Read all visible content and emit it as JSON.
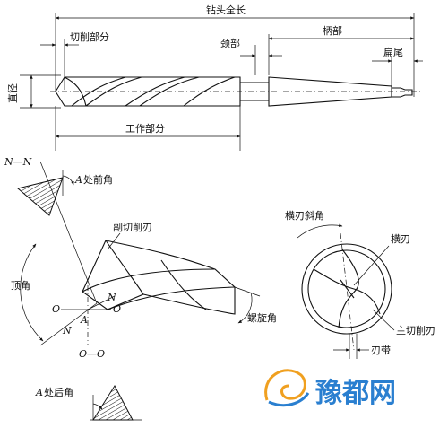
{
  "labels": {
    "overall_length": "钻头全长",
    "shank": "柄部",
    "cutting_part": "切削部分",
    "neck": "颈部",
    "tang": "扁尾",
    "diameter": "直径",
    "working_part": "工作部分",
    "section_nn": "N—N",
    "rake_angle_a": "处前角",
    "secondary_cutting_edge": "副切削刃",
    "point_angle": "顶角",
    "helix_angle": "螺旋角",
    "section_oo": "O—O",
    "clearance_angle_a": "处后角",
    "chisel_edge_angle": "横刃斜角",
    "chisel_edge": "横刃",
    "main_cutting_edge": "主切削刃",
    "land": "刃带",
    "point_a": "A",
    "letter_n": "N",
    "letter_o": "O"
  },
  "watermark": {
    "text": "豫都网",
    "color": "#2a7fd0"
  }
}
